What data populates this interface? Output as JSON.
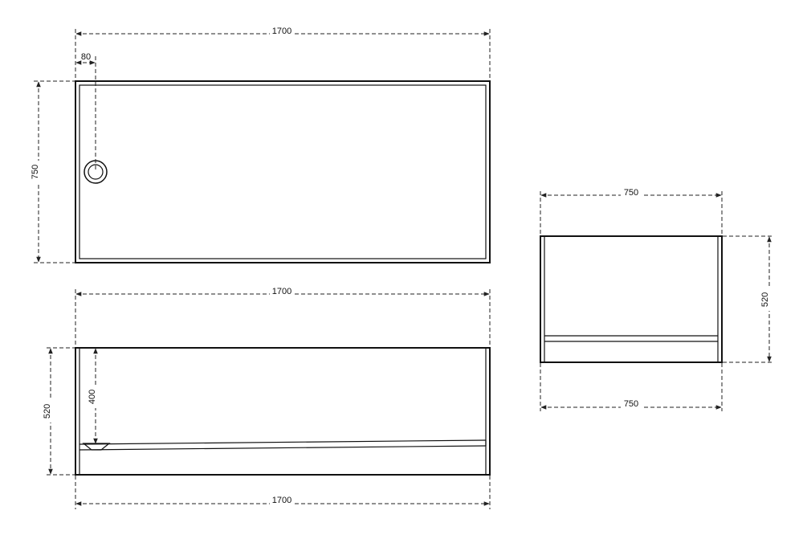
{
  "plan_view": {
    "length_label": "1700",
    "width_label": "750",
    "drain_offset_label": "80"
  },
  "front_view": {
    "top_length_label": "1700",
    "bottom_length_label": "1700",
    "height_label": "520",
    "inner_depth_label": "400"
  },
  "side_view": {
    "top_width_label": "750",
    "bottom_width_label": "750",
    "height_label": "520"
  }
}
